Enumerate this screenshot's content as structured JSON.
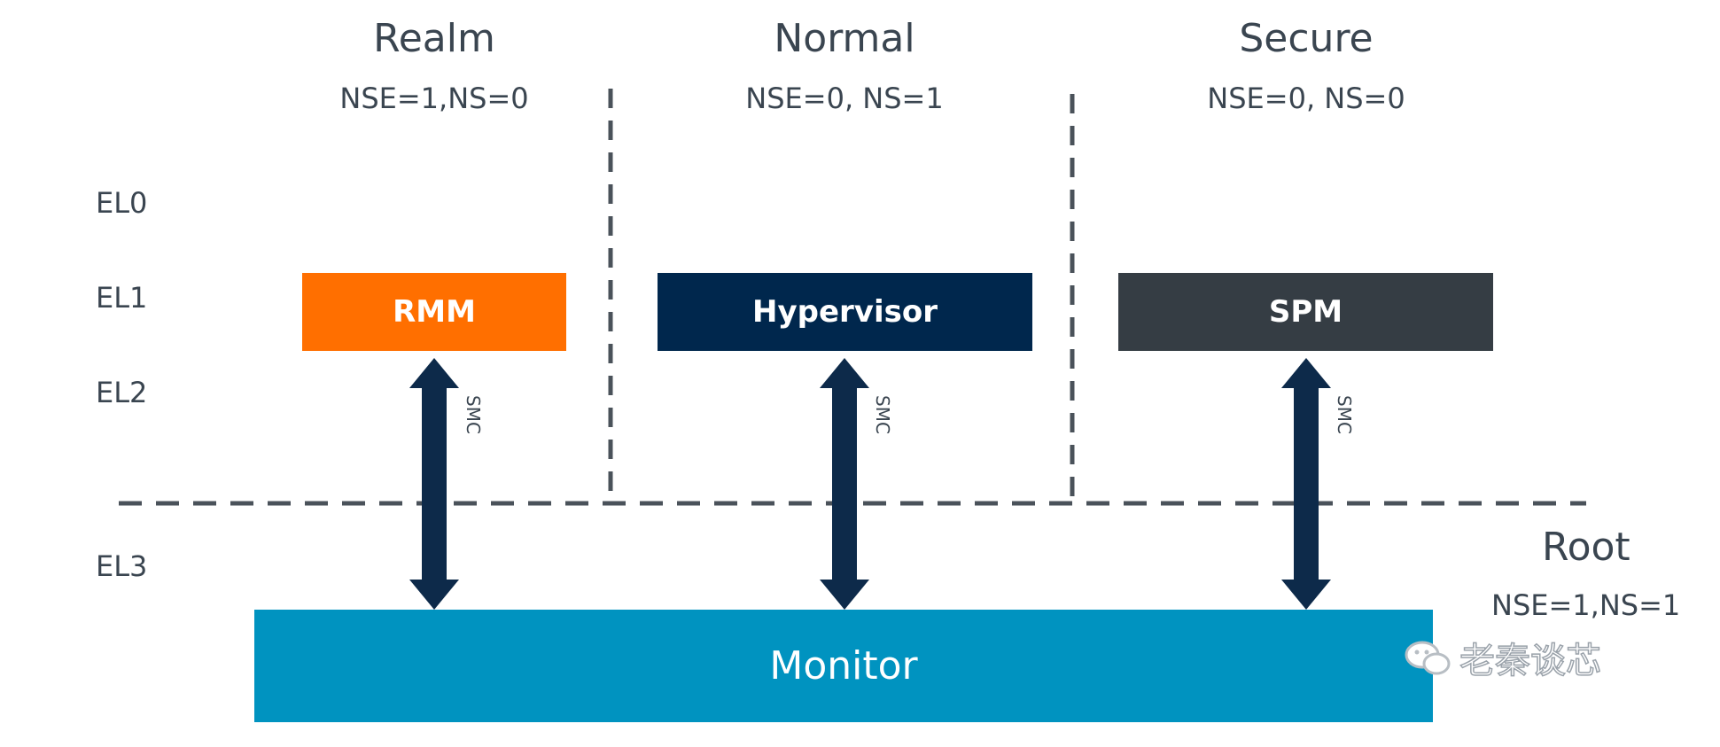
{
  "worlds": [
    {
      "name": "Realm",
      "bits": "NSE=1,NS=0",
      "component": "RMM",
      "call": "SMC",
      "color": "#ff6f00"
    },
    {
      "name": "Normal",
      "bits": "NSE=0, NS=1",
      "component": "Hypervisor",
      "call": "SMC",
      "color": "#00274d"
    },
    {
      "name": "Secure",
      "bits": "NSE=0, NS=0",
      "component": "SPM",
      "call": "SMC",
      "color": "#353d44"
    }
  ],
  "root": {
    "name": "Root",
    "bits": "NSE=1,NS=1",
    "component": "Monitor",
    "color": "#0093c0"
  },
  "exception_levels": [
    "EL0",
    "EL1",
    "EL2",
    "EL3"
  ],
  "watermark": "老秦谈芯",
  "colors": {
    "line": "#4a525a",
    "arrow": "#0d2a4a",
    "text": "#3a4550"
  }
}
